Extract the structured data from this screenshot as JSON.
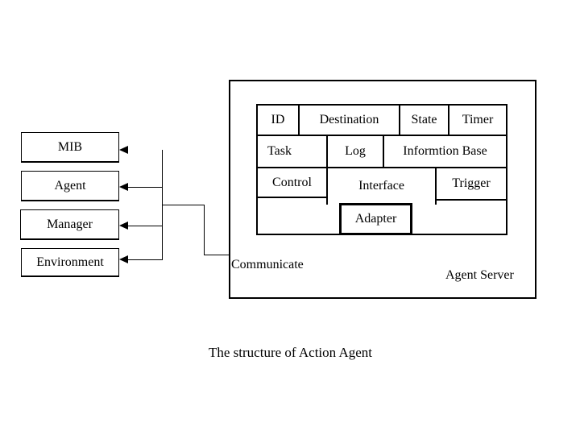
{
  "caption": "The structure of Action Agent",
  "left_boxes": [
    "MIB",
    "Agent",
    "Manager",
    "Environment"
  ],
  "server": {
    "label": "Agent Server",
    "communicate_label": "Communicate",
    "cells": {
      "id": "ID",
      "destination": "Destination",
      "state": "State",
      "timer": "Timer",
      "task": "Task",
      "log": "Log",
      "information_base": "Informtion Base",
      "control": "Control",
      "interface": "Interface",
      "trigger": "Trigger",
      "adapter": "Adapter"
    }
  },
  "colors": {
    "line": "#000000",
    "background": "#ffffff"
  }
}
